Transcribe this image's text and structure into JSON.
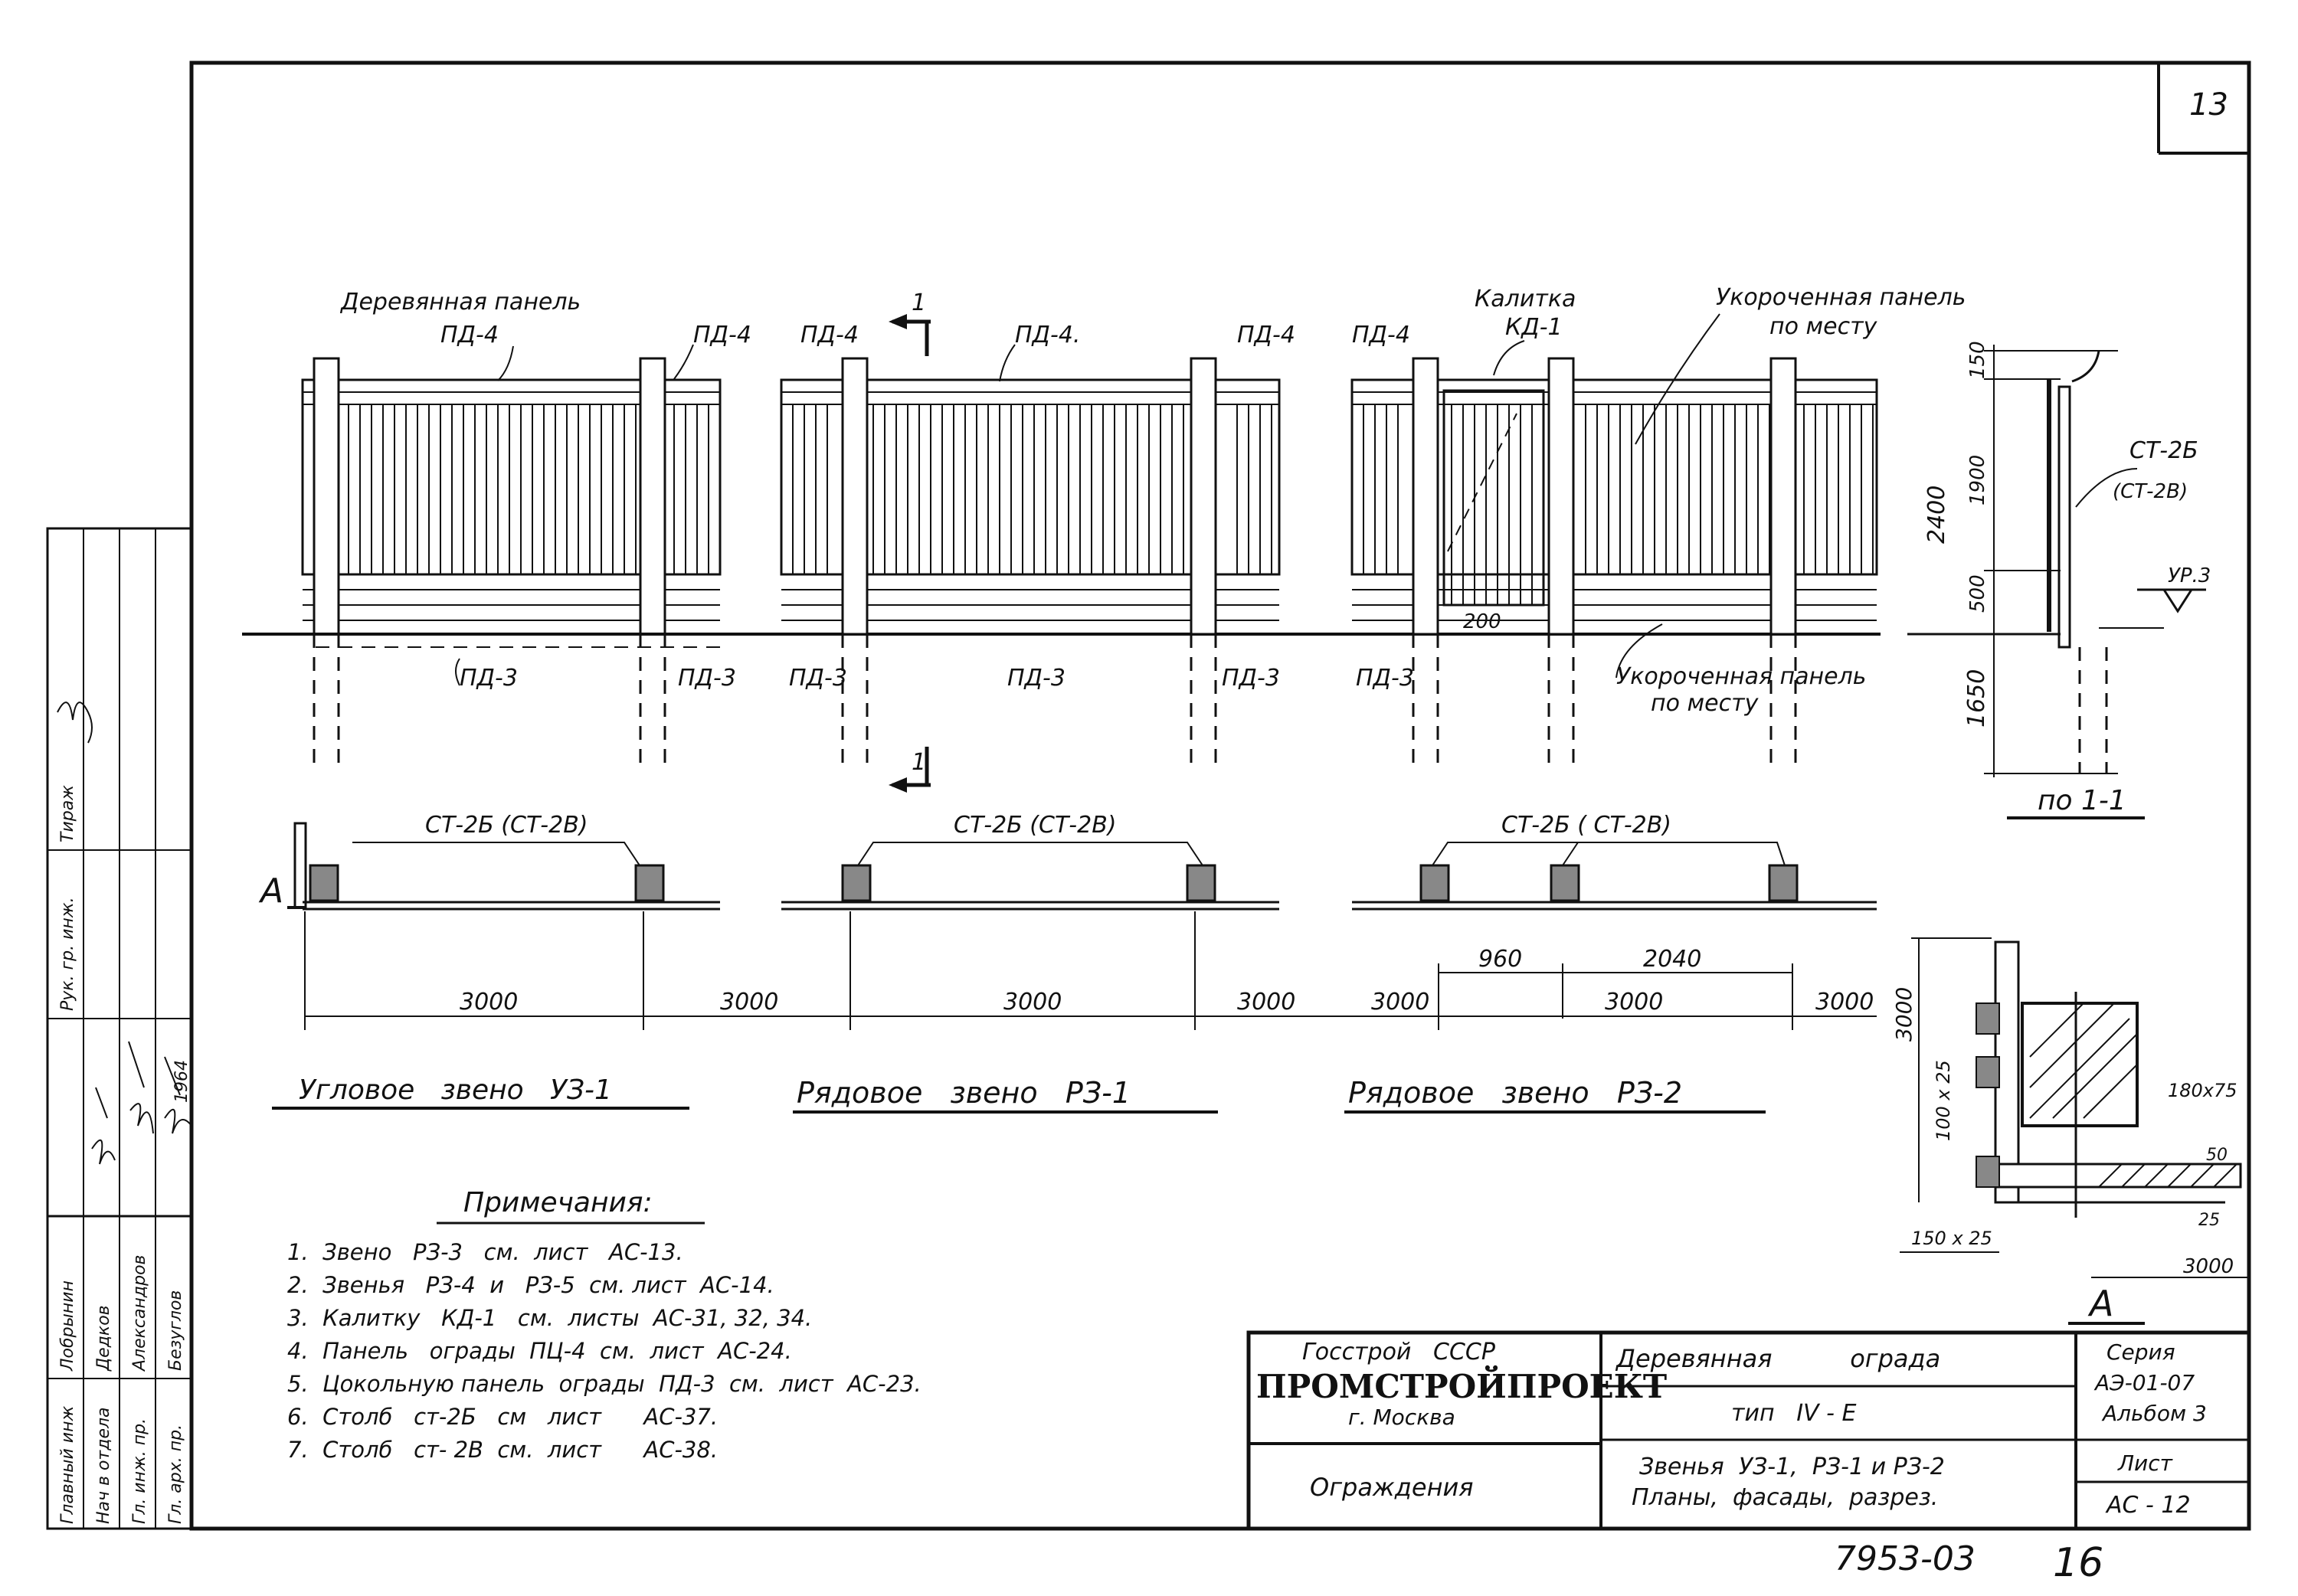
{
  "sheet": {
    "number": "13",
    "archive_number": "7953-03",
    "archive_page": "16"
  },
  "elevations": {
    "u3": {
      "label_top": "Деревянная панель",
      "pd4_a": "ПД-4",
      "pd4_b": "ПД-4",
      "pd3_a": "ПД-3",
      "pd3_b": "ПД-3"
    },
    "r1": {
      "pd4_a": "ПД-4",
      "pd4_b": "ПД-4.",
      "pd4_c": "ПД-4",
      "pd3_a": "ПД-3",
      "pd3_b": "ПД-3",
      "pd3_c": "ПД-3",
      "section_mark": "1"
    },
    "r2": {
      "pd4_a": "ПД-4",
      "gate": "Калитка",
      "gate_code": "КД-1",
      "short_panel_top": "Укороченная панель",
      "short_panel_top_2": "по месту",
      "dim_200": "200",
      "pd3_a": "ПД-3",
      "short_panel_bottom": "Укороченная панель",
      "short_panel_bottom_2": "по месту"
    }
  },
  "section": {
    "dim_150": "150",
    "dim_1900": "1900",
    "dim_2400": "2400",
    "dim_500": "500",
    "dim_1650": "1650",
    "post_label": "СТ-2Б",
    "post_label_alt": "(СТ-2В)",
    "level": "УР.3",
    "title": "по 1-1"
  },
  "plans": {
    "marker_a": "А",
    "post_note_1": "СТ-2Б (СТ-2В)",
    "post_note_2": "СТ-2Б (СТ-2В)",
    "post_note_3": "СТ-2Б ( СТ-2В)",
    "dims": [
      "3000",
      "3000",
      "3000",
      "3000",
      "3000",
      "3000",
      "3000"
    ],
    "dim_960": "960",
    "dim_2040": "2040"
  },
  "titles": {
    "u3": "Угловое   звено   УЗ-1",
    "r1": "Рядовое   звено   РЗ-1",
    "r2": "Рядовое   звено   РЗ-2"
  },
  "detail_a": {
    "dim_3000_v": "3000",
    "dim_100x25": "100 x 25",
    "dim_180x75": "180x75",
    "dim_150x25": "150 x 25",
    "dim_50": "50",
    "dim_25": "25",
    "dim_3000_h": "3000",
    "title": "А"
  },
  "notes": {
    "heading": "Примечания:",
    "items": [
      "1.  Звено   РЗ-3   см.  лист   АС-13.",
      "2.  Звенья   РЗ-4  и   РЗ-5  см. лист  АС-14.",
      "3.  Калитку   КД-1   см.  листы  АС-31, 32, 34.",
      "4.  Панель   ограды  ПЦ-4  см.  лист  АС-24.",
      "5.  Цокольную панель  ограды  ПД-3  см.  лист  АС-23.",
      "6.  Столб   ст-2Б   см   лист      АС-37.",
      "7.  Столб   ст- 2В  см.  лист      АС-38."
    ]
  },
  "side_stamp": {
    "roles": [
      "Главный инж",
      "Нач в отдела",
      "Гл. инж. пр.",
      "Гл. арх. пр."
    ],
    "names": [
      "Лобрынин",
      "Дедков",
      "Александров",
      "Безуглов"
    ],
    "headers": [
      "Рук. гр. инж.",
      "Тираж"
    ],
    "year": "1964"
  },
  "title_block": {
    "org_line1": "Госстрой   СССР",
    "org_line2": "ПРОМСТРОЙПРОЕКТ",
    "org_line3": "г. Москва",
    "section": "Ограждения",
    "title_line1": "Деревянная          ограда",
    "type_line": "тип   IV - Е",
    "desc_line1": "Звенья  УЗ-1,  РЗ-1 и РЗ-2",
    "desc_line2": "Планы,  фасады,  разрез.",
    "series_label": "Серия",
    "series_value": "АЭ-01-07",
    "album": "Альбом 3",
    "sheet_label": "Лист",
    "sheet_value": "АС - 12"
  },
  "colors": {
    "ink": "#111111",
    "paper": "#ffffff"
  }
}
